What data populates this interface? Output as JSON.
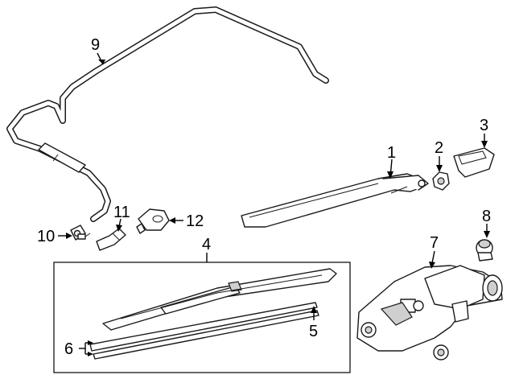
{
  "diagram": {
    "callouts": {
      "c1": "1",
      "c2": "2",
      "c3": "3",
      "c4": "4",
      "c5": "5",
      "c6": "6",
      "c7": "7",
      "c8": "8",
      "c9": "9",
      "c10": "10",
      "c11": "11",
      "c12": "12"
    },
    "colors": {
      "line": "#1a1a1a",
      "shade": "#cfcfcf",
      "background": "#ffffff"
    }
  }
}
